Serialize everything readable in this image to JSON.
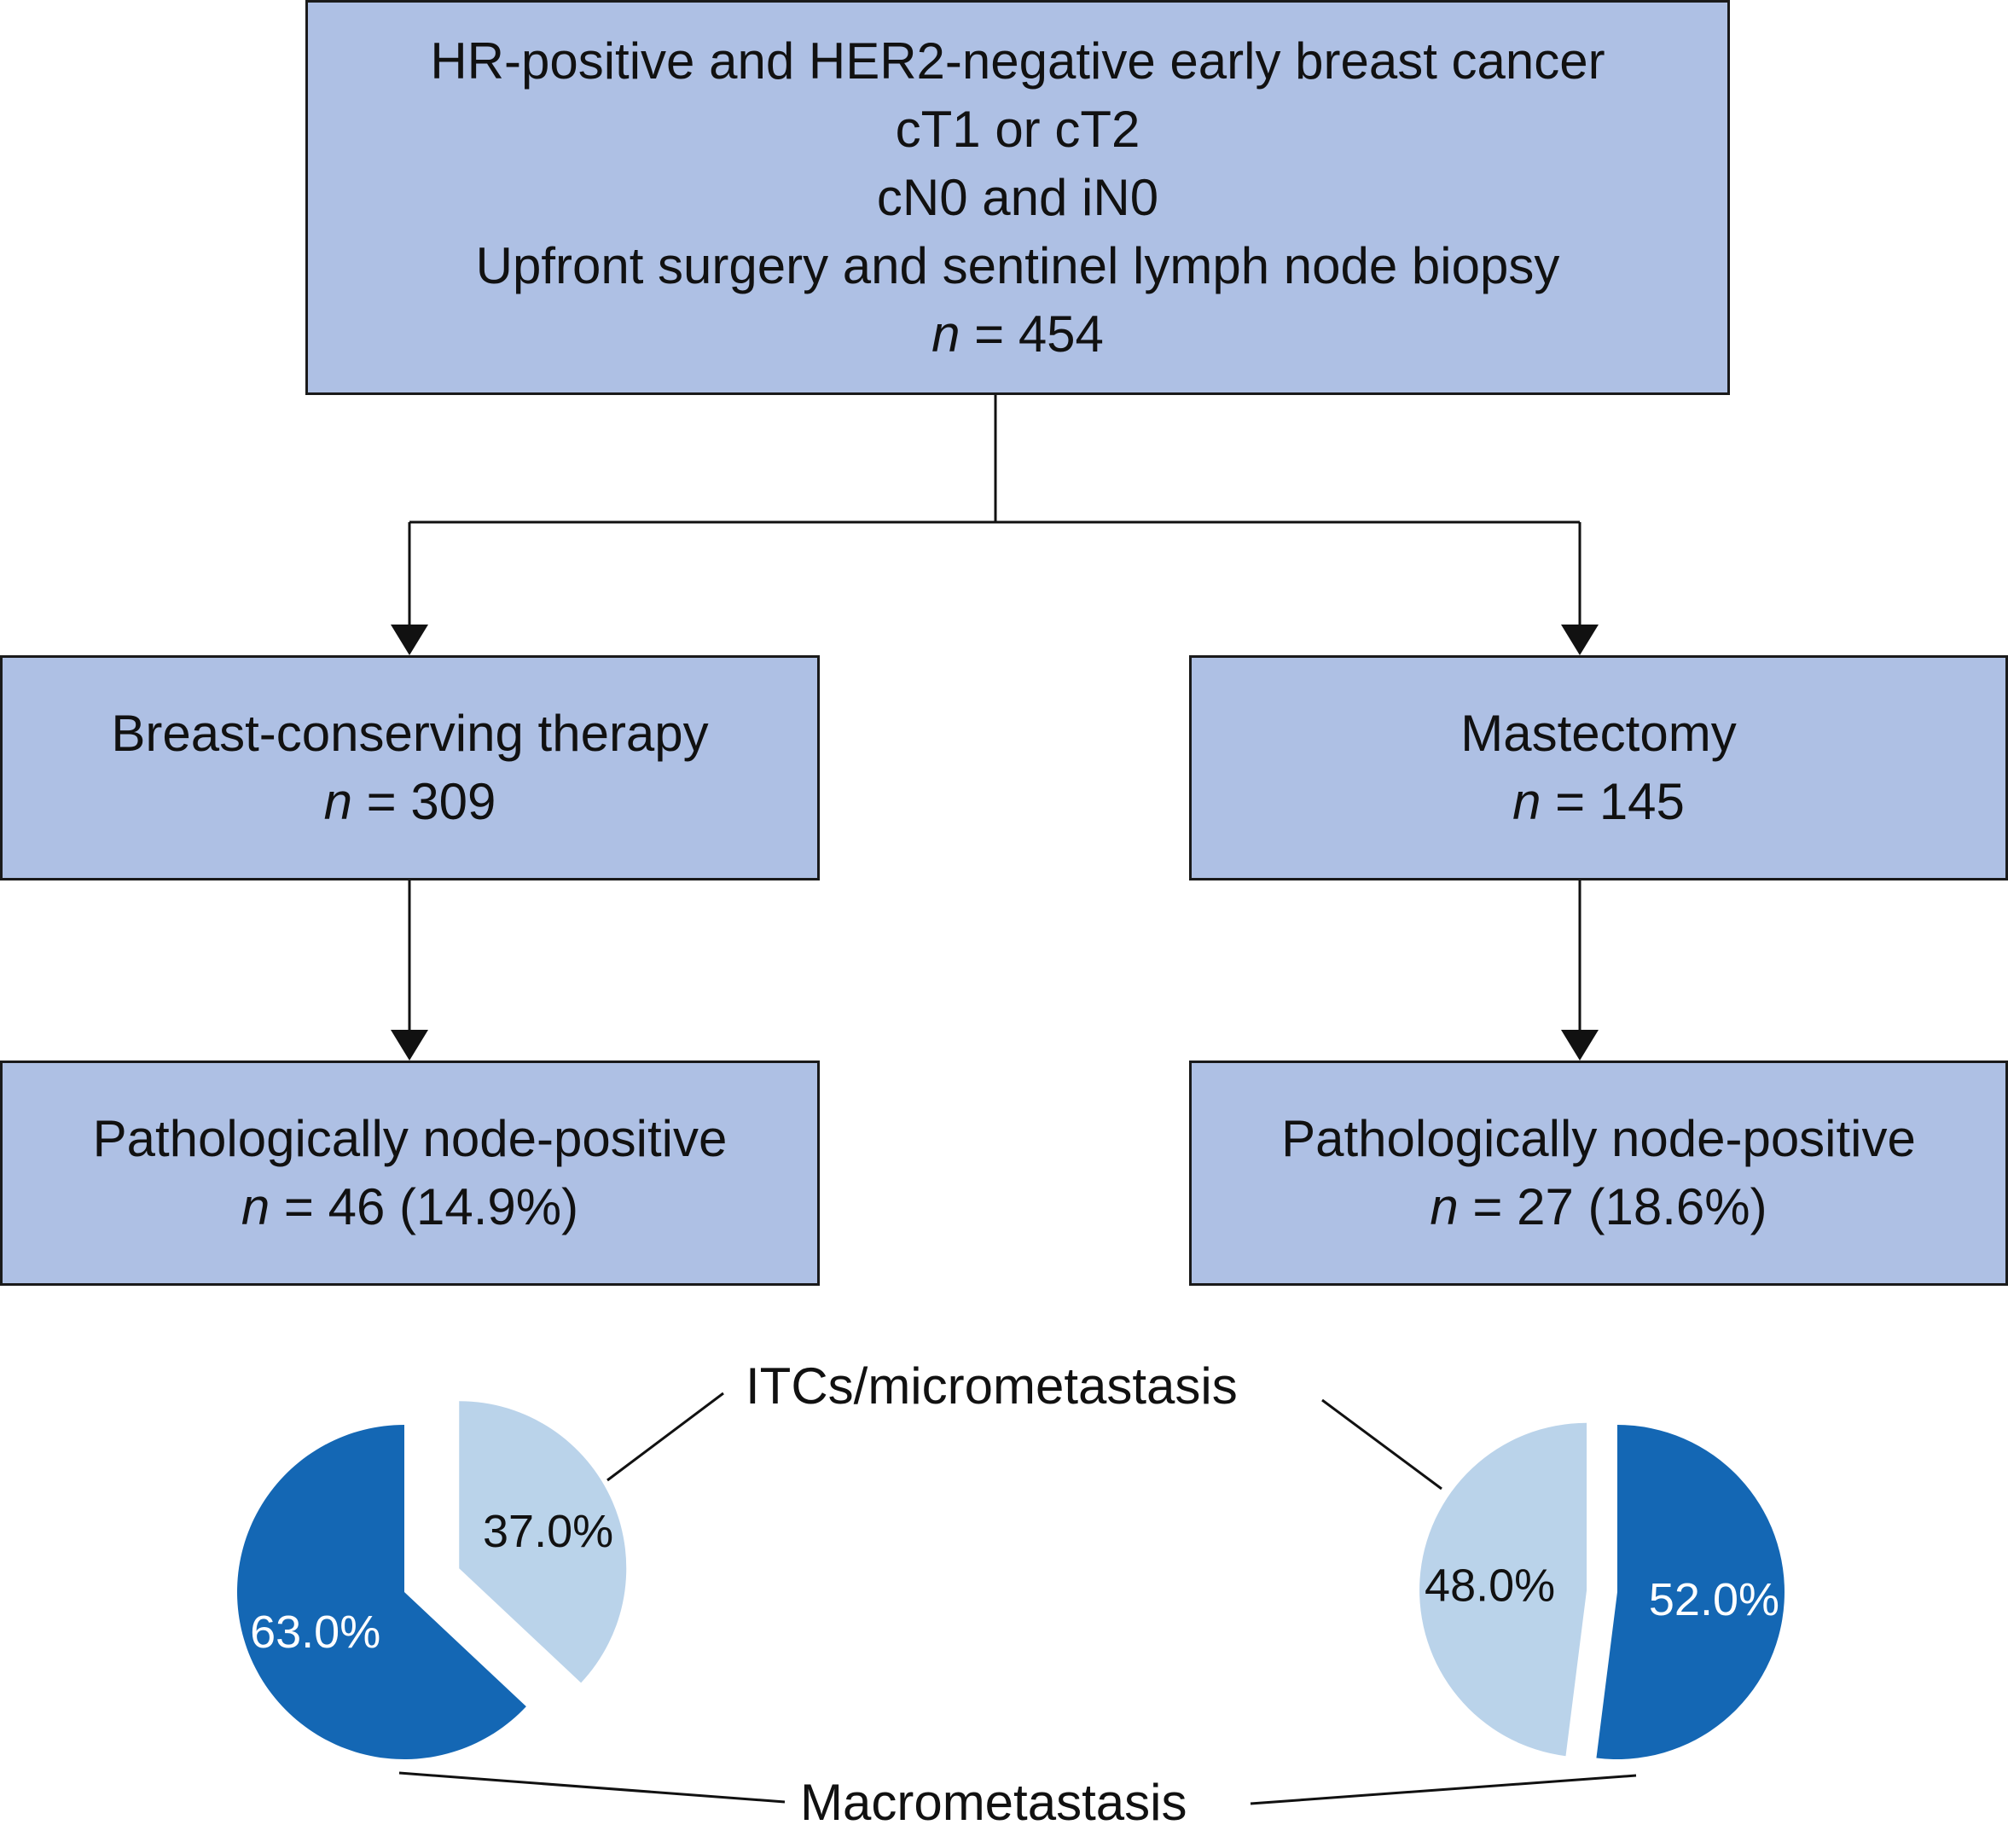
{
  "top_box": {
    "line1": "HR-positive and HER2-negative early breast cancer",
    "line2": "cT1 or cT2",
    "line3": "cN0 and iN0",
    "line4": "Upfront surgery and sentinel lymph node biopsy",
    "n_symbol": "n",
    "n_value": " = 454"
  },
  "bct_box": {
    "title": "Breast-conserving therapy",
    "n_symbol": "n",
    "n_value": " = 309"
  },
  "mast_box": {
    "title": "Mastectomy",
    "n_symbol": "n",
    "n_value": " = 145"
  },
  "bct_pos_box": {
    "title": "Pathologically node-positive",
    "n_symbol": "n",
    "n_value": " = 46 (14.9%)"
  },
  "mast_pos_box": {
    "title": "Pathologically node-positive",
    "n_symbol": "n",
    "n_value": " = 27 (18.6%)"
  },
  "labels": {
    "itc": "ITCs/micrometastasis",
    "macro": "Macrometastasis"
  },
  "colors": {
    "box_fill": "#aec0e4",
    "macro": "#1467b4",
    "itc": "#bad3ea"
  },
  "chart_data": [
    {
      "type": "pie",
      "slices": [
        {
          "category": "ITCs/micrometastasis",
          "value": 37.0,
          "label": "37.0%",
          "color": "#bad3ea",
          "exploded": true
        },
        {
          "category": "Macrometastasis",
          "value": 63.0,
          "label": "63.0%",
          "color": "#1467b4",
          "exploded": false
        }
      ]
    },
    {
      "type": "pie",
      "slices": [
        {
          "category": "Macrometastasis",
          "value": 52.0,
          "label": "52.0%",
          "color": "#1467b4",
          "exploded": false
        },
        {
          "category": "ITCs/micrometastasis",
          "value": 48.0,
          "label": "48.0%",
          "color": "#bad3ea",
          "exploded": true
        }
      ]
    }
  ]
}
